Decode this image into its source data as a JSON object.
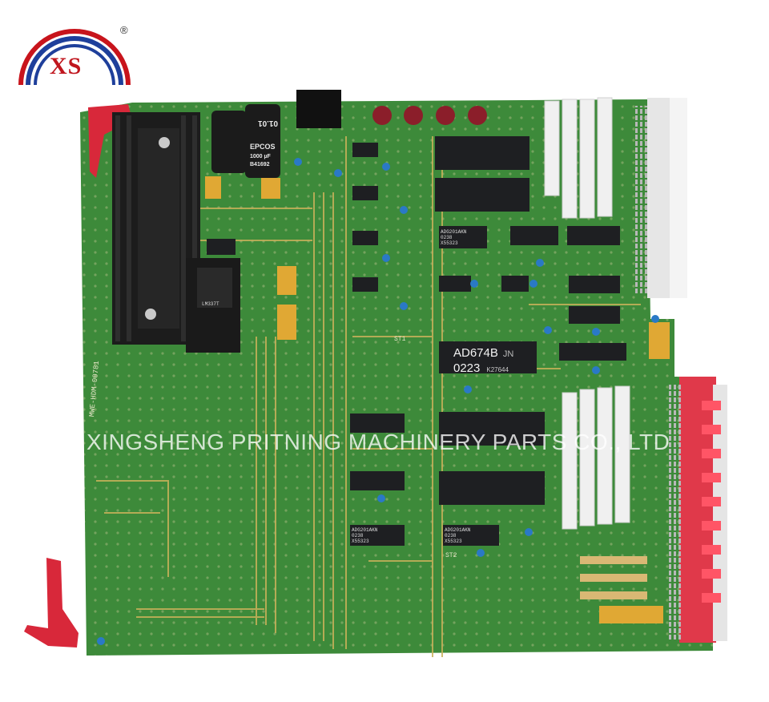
{
  "logo": {
    "text": "XS",
    "registered": "®",
    "colors": {
      "arc_red": "#c8141c",
      "arc_blue": "#1e3f9b",
      "text": "#c0161e"
    }
  },
  "watermark": "XINGSHENG PRITNING MACHINERY PARTS CO., LTD",
  "board": {
    "part_number": "MWE-HDM-00781",
    "colors": {
      "pcb": "#3d8a3a",
      "trace": "#c9b15a",
      "ejector": "#d8283a",
      "connector_red": "#e0394a",
      "heatsink": "#1c1c1c"
    },
    "capacitor_labels": [
      "01.01",
      "EPCOS",
      "1000 µF",
      "B41692"
    ],
    "regulator_label": "LM337T",
    "adc_chip": {
      "line1": "AD674B",
      "grade": "JN",
      "line2": "0223",
      "code": "K27644"
    },
    "chip_labels": [
      "ADG201AKN",
      "0238",
      "X55323"
    ],
    "silk_labels": [
      "ST1",
      "ST2"
    ]
  }
}
